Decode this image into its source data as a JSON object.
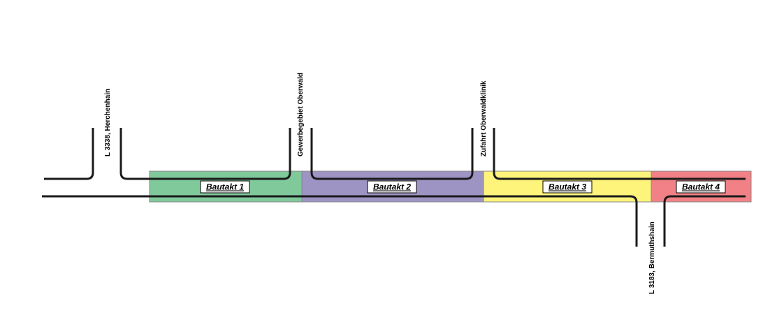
{
  "sections": [
    {
      "label": "Bautakt 1",
      "color": "#7fc99a"
    },
    {
      "label": "Bautakt 2",
      "color": "#9d94c4"
    },
    {
      "label": "Bautakt 3",
      "color": "#fef47b"
    },
    {
      "label": "Bautakt 4",
      "color": "#f18186"
    }
  ],
  "junctions": {
    "herchenhain": "L 3338, Herchenhain",
    "gewerbegebiet": "Gewerbegebiet Oberwald",
    "oberwaldklinik": "Zufahrt Oberwaldklinik",
    "bermuthshain": "L 3183, Bermuthshain"
  },
  "colors": {
    "road": "#1a1a1a",
    "section_border": "#888888"
  }
}
